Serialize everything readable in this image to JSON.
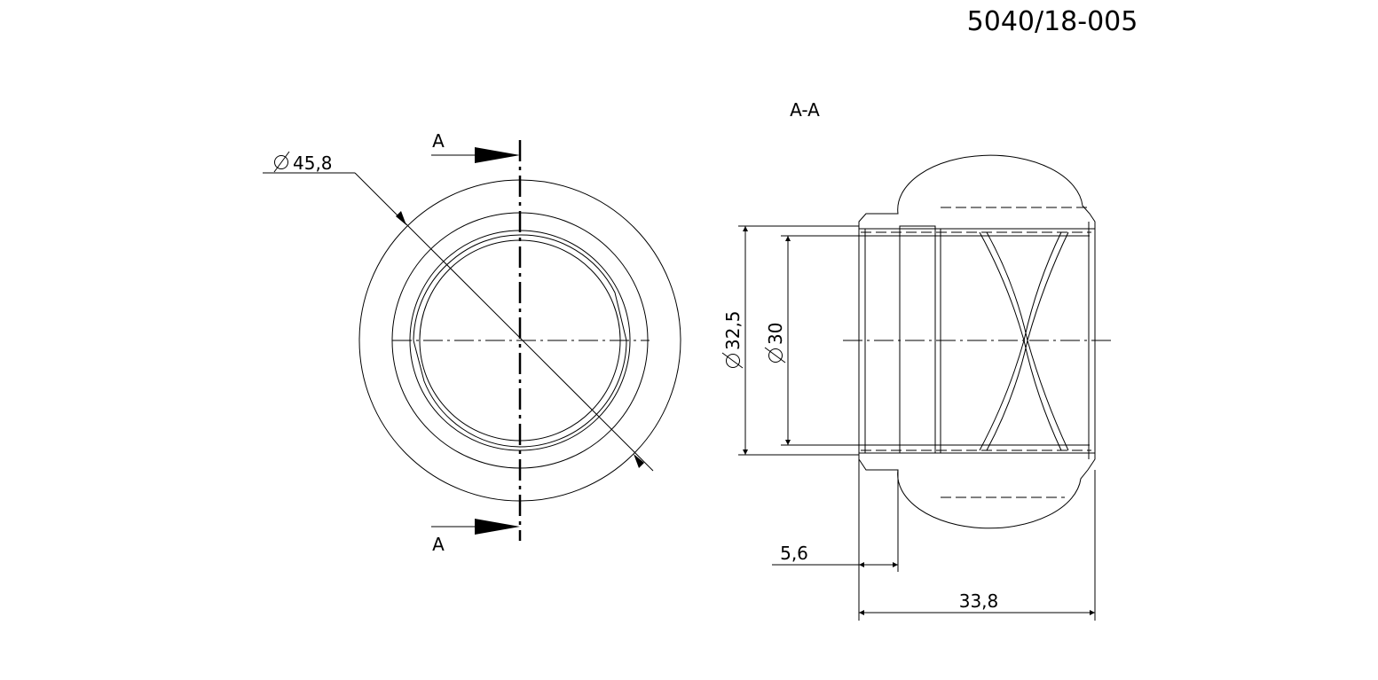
{
  "drawing": {
    "part_number": "5040/18-005",
    "section_title": "A-A",
    "cut_label_top": "A",
    "cut_label_bottom": "A",
    "dim_outer_diameter": "45,8",
    "dim_thread_major": "32,5",
    "dim_thread_minor": "30",
    "dim_flange": "5,6",
    "dim_length": "33,8",
    "diameter_symbol": "diameter-icon"
  }
}
